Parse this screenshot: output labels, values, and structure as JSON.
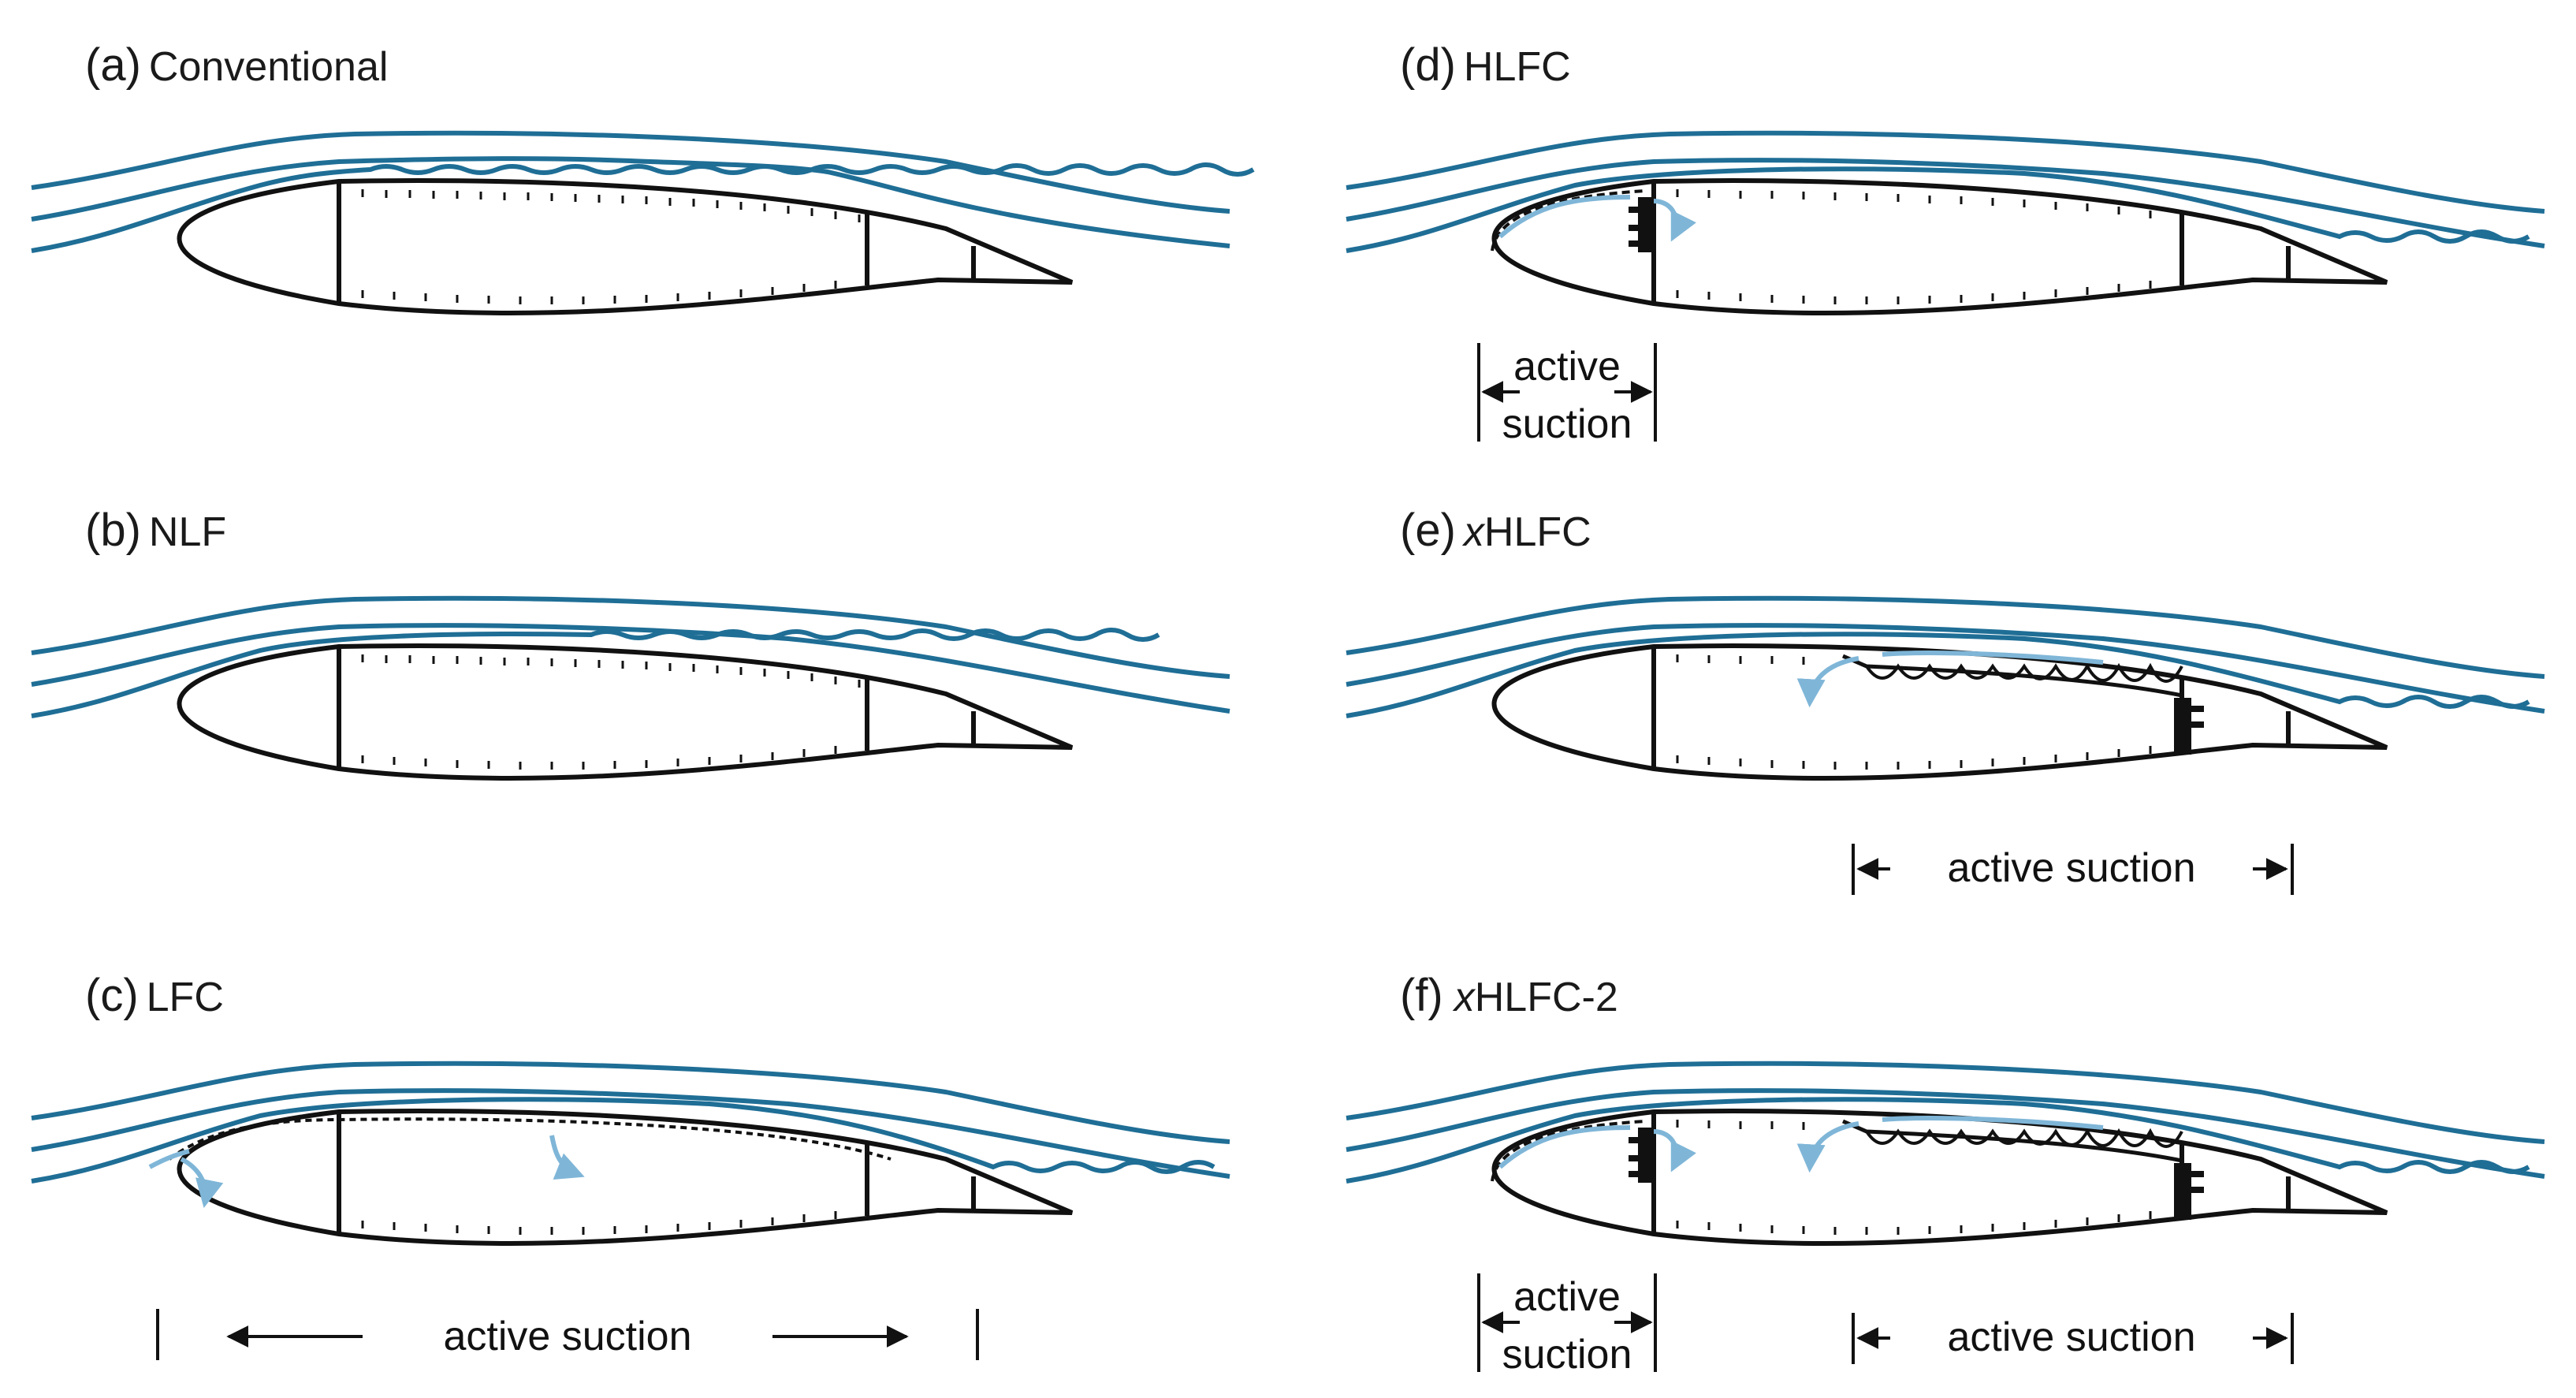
{
  "panels": [
    {
      "id": "a",
      "letter": "(a)",
      "name": "Conventional",
      "italic_prefix": ""
    },
    {
      "id": "b",
      "letter": "(b)",
      "name": "NLF",
      "italic_prefix": ""
    },
    {
      "id": "c",
      "letter": "(c)",
      "name": "LFC",
      "italic_prefix": ""
    },
    {
      "id": "d",
      "letter": "(d)",
      "name": "HLFC",
      "italic_prefix": ""
    },
    {
      "id": "e",
      "letter": "(e)",
      "name": "HLFC",
      "italic_prefix": "x"
    },
    {
      "id": "f",
      "letter": "(f)",
      "name": "HLFC-2",
      "italic_prefix": "x"
    }
  ],
  "suction_labels": {
    "long": "active suction",
    "active": "active",
    "suction": "suction"
  },
  "colors": {
    "streamline": "#1f6e96",
    "suction_flow": "#7fb6d8",
    "outline": "#111111"
  }
}
